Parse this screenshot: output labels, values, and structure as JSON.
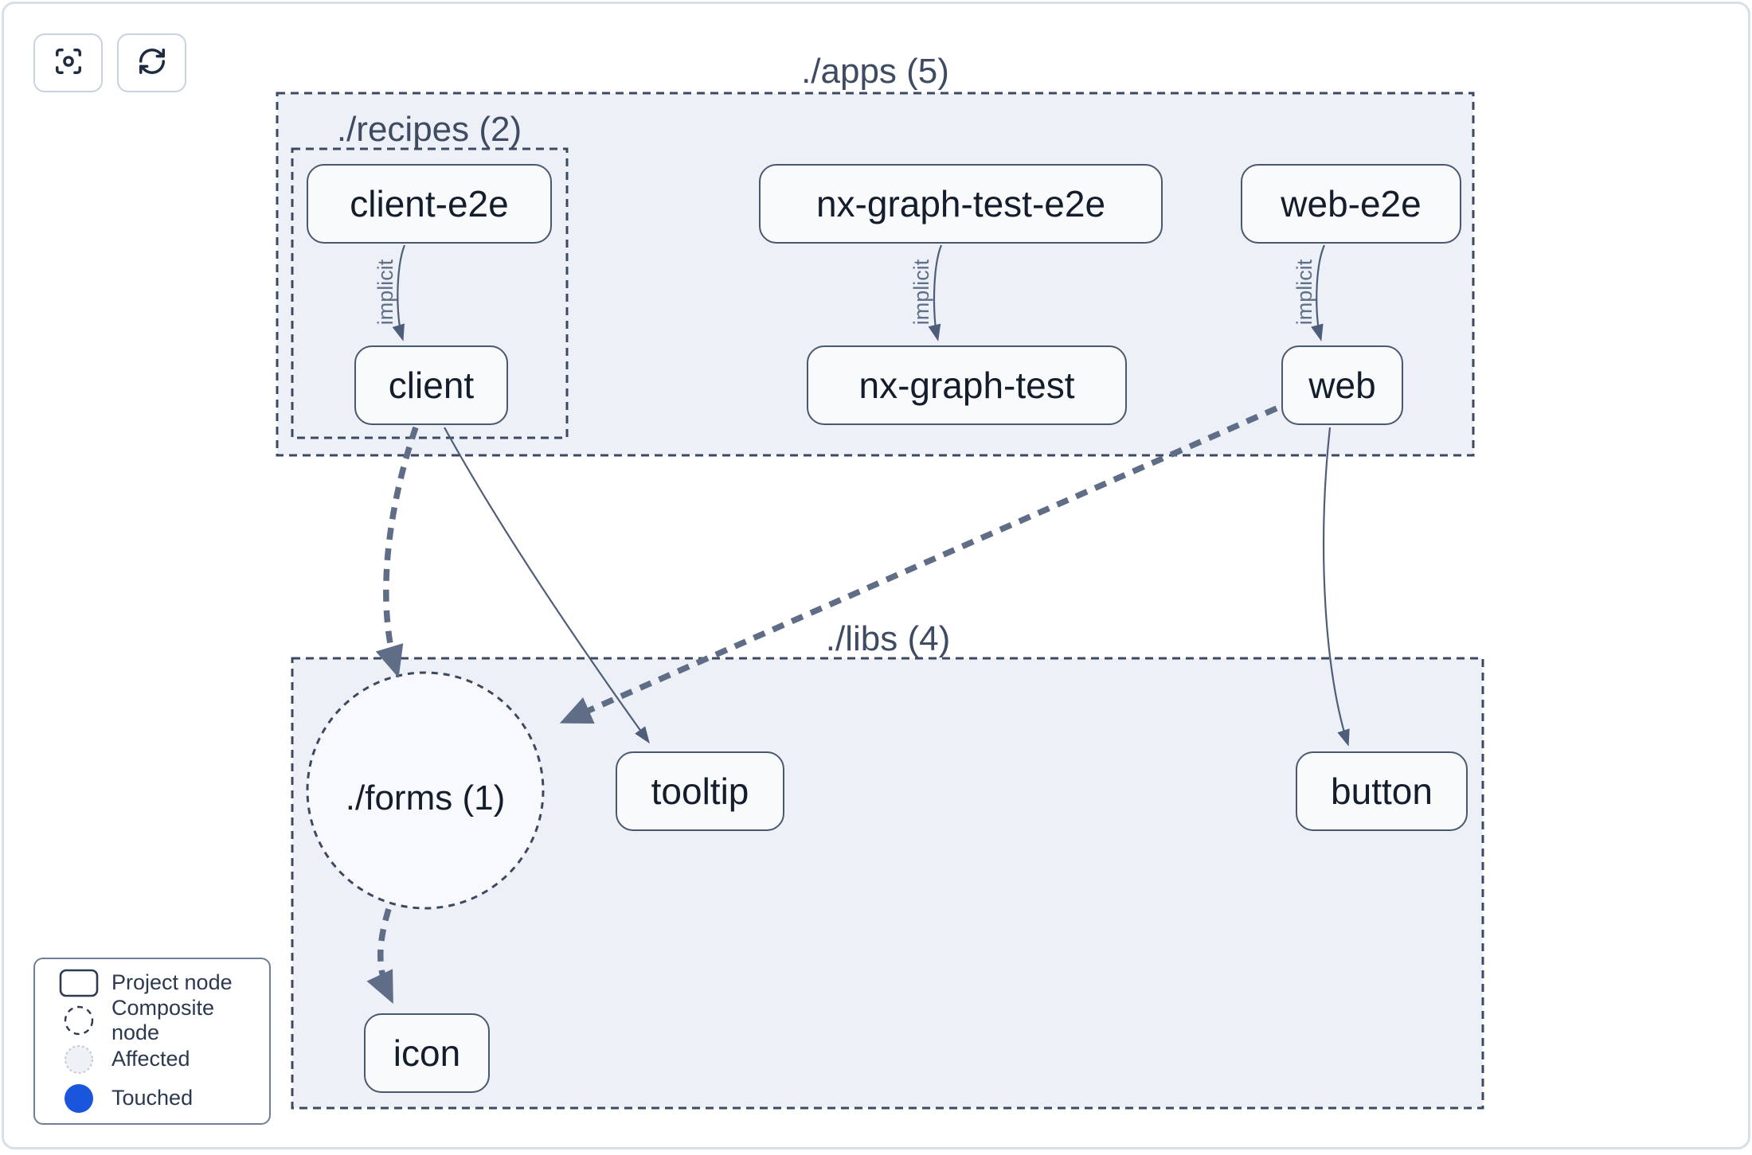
{
  "toolbar": {
    "buttons": [
      {
        "id": "focus",
        "icon": "scan-focus-icon"
      },
      {
        "id": "refresh",
        "icon": "refresh-icon"
      }
    ]
  },
  "graph": {
    "groups": [
      {
        "id": "apps",
        "label": "./apps (5)"
      },
      {
        "id": "recipes",
        "label": "./recipes (2)"
      },
      {
        "id": "libs",
        "label": "./libs (4)"
      }
    ],
    "composite_nodes": [
      {
        "id": "forms",
        "label": "./forms (1)"
      }
    ],
    "project_nodes": [
      {
        "id": "client-e2e",
        "label": "client-e2e"
      },
      {
        "id": "nx-graph-test-e2e",
        "label": "nx-graph-test-e2e"
      },
      {
        "id": "web-e2e",
        "label": "web-e2e"
      },
      {
        "id": "client",
        "label": "client"
      },
      {
        "id": "nx-graph-test",
        "label": "nx-graph-test"
      },
      {
        "id": "web",
        "label": "web"
      },
      {
        "id": "tooltip",
        "label": "tooltip"
      },
      {
        "id": "button",
        "label": "button"
      },
      {
        "id": "icon",
        "label": "icon"
      }
    ],
    "edges": [
      {
        "from": "client-e2e",
        "to": "client",
        "type": "implicit",
        "label": "implicit"
      },
      {
        "from": "nx-graph-test-e2e",
        "to": "nx-graph-test",
        "type": "implicit",
        "label": "implicit"
      },
      {
        "from": "web-e2e",
        "to": "web",
        "type": "implicit",
        "label": "implicit"
      },
      {
        "from": "client",
        "to": "./forms (1)",
        "type": "thick-dashed"
      },
      {
        "from": "web",
        "to": "./forms (1)",
        "type": "thick-dashed"
      },
      {
        "from": "./forms (1)",
        "to": "icon",
        "type": "thick-dashed"
      },
      {
        "from": "client",
        "to": "tooltip",
        "type": "solid"
      },
      {
        "from": "web",
        "to": "button",
        "type": "solid"
      }
    ]
  },
  "legend": {
    "items": [
      {
        "swatch": "project-node-swatch",
        "label": "Project node"
      },
      {
        "swatch": "composite-node-swatch",
        "label": "Composite node"
      },
      {
        "swatch": "affected-swatch",
        "label": "Affected"
      },
      {
        "swatch": "touched-swatch",
        "label": "Touched"
      }
    ],
    "touched_color": "#1a56db"
  },
  "colors": {
    "container_fill": "#edf1f7",
    "node_fill": "#f9fafc",
    "dashed_border": "#3d4961",
    "thin_edge": "#4f5e78",
    "thick_edge": "#5f6e86",
    "node_text": "#141d2b",
    "group_title": "#3e4b63",
    "touched_blue": "#1a56db",
    "affected_fill": "#eef1f5"
  }
}
